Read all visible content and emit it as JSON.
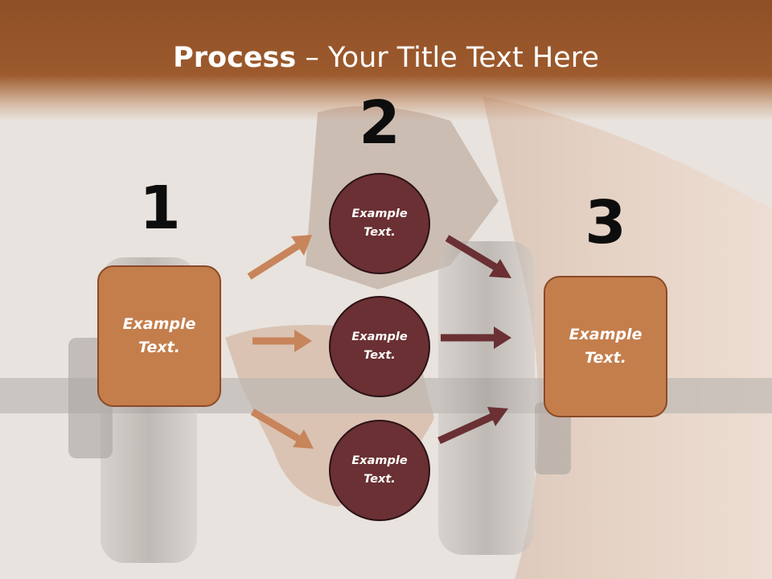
{
  "title": {
    "bold": "Process",
    "rest": " – Your Title Text Here"
  },
  "steps": [
    {
      "number": "1",
      "label": "Example Text."
    },
    {
      "number": "2",
      "items": [
        "Example Text.",
        "Example Text.",
        "Example Text."
      ]
    },
    {
      "number": "3",
      "label": "Example Text."
    }
  ],
  "colors": {
    "header": "#9c5a2d",
    "box_fill": "#c47e4c",
    "circle_fill": "#6a3033",
    "arrow_left": "#c8845a",
    "arrow_right": "#6a3033"
  }
}
